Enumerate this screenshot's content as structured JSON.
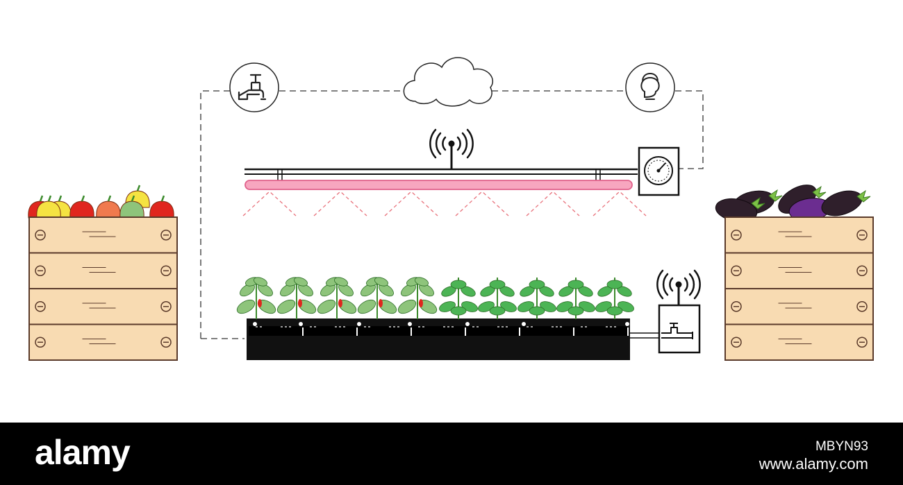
{
  "footer": {
    "logo": "alamy",
    "image_id": "MBYN93",
    "url": "www.alamy.com"
  },
  "colors": {
    "outline": "#1a1a1a",
    "crate_fill": "#f8dbb2",
    "crate_stroke": "#5a3a2a",
    "lamp_light": "#f49ab4",
    "light_rays": "#e8707a",
    "leaf_light": "#8ec47b",
    "leaf_dark": "#4cb455",
    "pepper_red": "#e0261e",
    "pepper_yellow": "#f5e342",
    "pepper_orange": "#f07a4e",
    "eggplant_dark": "#2f1f2b",
    "eggplant_purple": "#6b2d90",
    "footer_bg": "#000000"
  },
  "icons": [
    "water-tap-icon",
    "cloud-icon",
    "light-bulb-icon",
    "wireless-signal-icon",
    "gauge-icon",
    "valve-icon",
    "pepper-crate",
    "eggplant-crate"
  ]
}
